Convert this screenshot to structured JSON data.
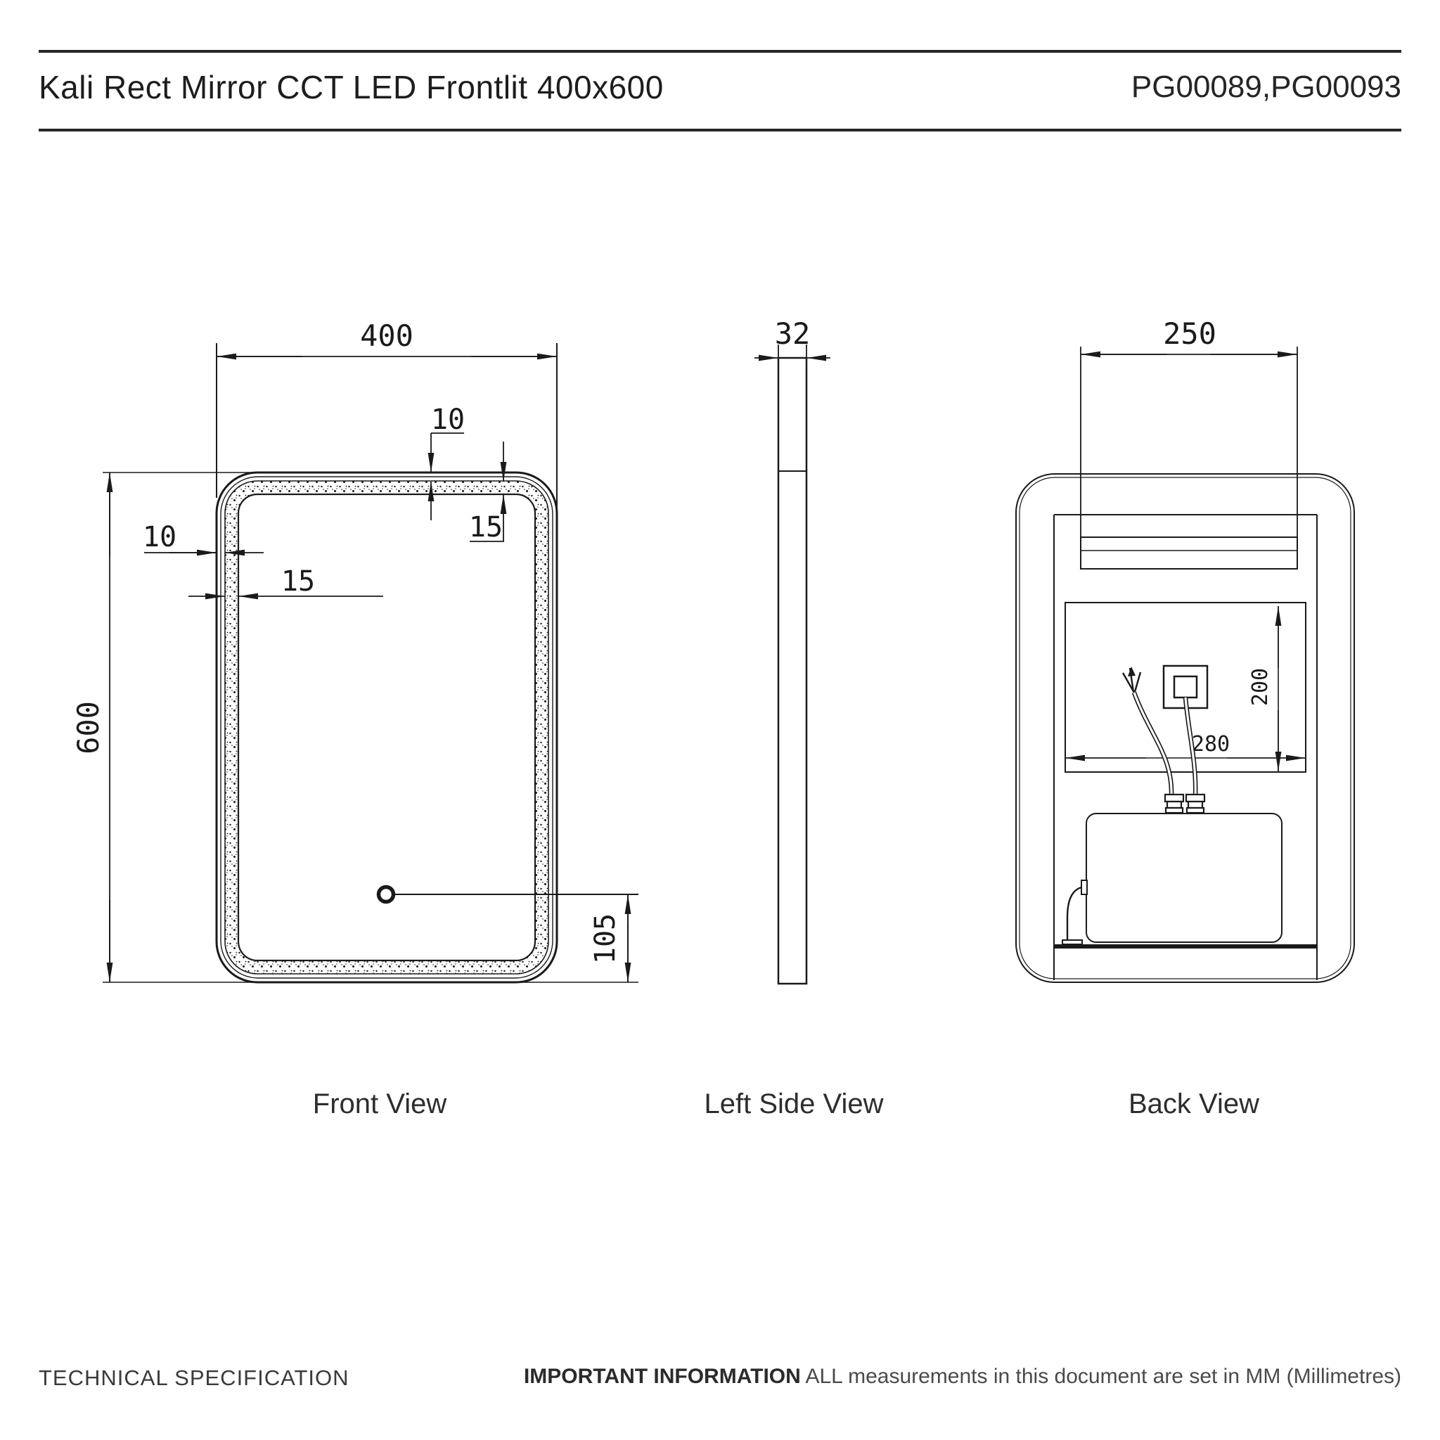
{
  "header": {
    "title": "Kali Rect Mirror CCT LED Frontlit 400x600",
    "product_codes": "PG00089,PG00093"
  },
  "front_view": {
    "label": "Front View",
    "dim_width": "400",
    "dim_height": "600",
    "dim_edge_gap_top": "10",
    "dim_band_width_top": "15",
    "dim_edge_gap_left": "10",
    "dim_band_width_left": "15",
    "dim_sensor_offset": "105"
  },
  "side_view": {
    "label": "Left Side View",
    "dim_depth": "32"
  },
  "back_view": {
    "label": "Back View",
    "dim_rail_width": "250",
    "dim_cutout_width": "280",
    "dim_cutout_height": "200"
  },
  "footer": {
    "left": "TECHNICAL SPECIFICATION",
    "right_bold": "IMPORTANT INFORMATION",
    "right_text": " ALL measurements in this document are set in MM (Millimetres)"
  },
  "colors": {
    "ink": "#1a1a1a",
    "background": "#ffffff"
  }
}
